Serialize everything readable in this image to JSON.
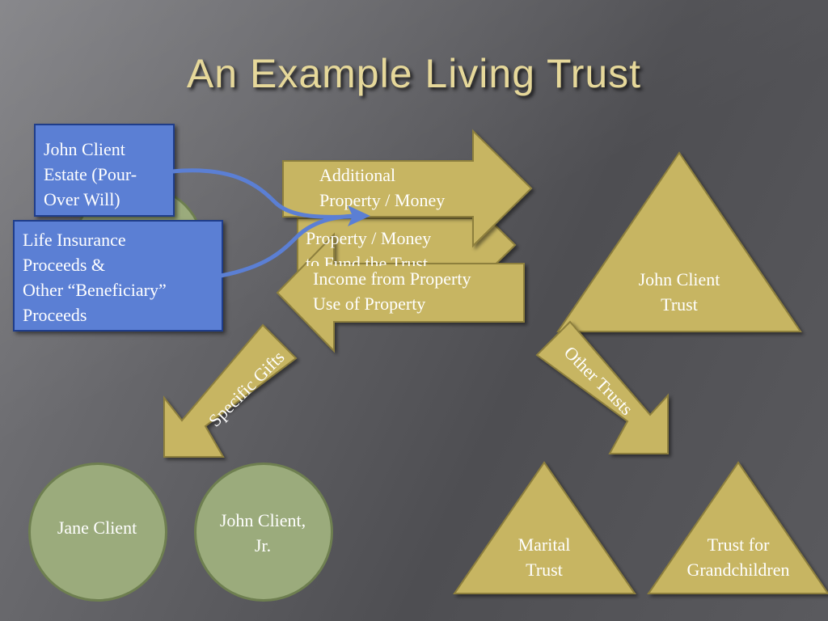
{
  "slide": {
    "title": "An Example Living Trust"
  },
  "diagram": {
    "sources": {
      "estate": "John Client\nEstate (Pour-\nOver Will)",
      "insurance": "Life Insurance\nProceeds &\nOther “Beneficiary”\nProceeds"
    },
    "arrows": {
      "additional": "Additional\nProperty / Money",
      "fund": "Property / Money\nto Fund the Trust",
      "income": "Income from Property\nUse of Property",
      "specific_gifts": "Specific Gifts",
      "other_trusts": "Other Trusts"
    },
    "trusts": {
      "main": "John Client\nTrust",
      "marital": "Marital\nTrust",
      "grandchildren": "Trust for\nGrandchildren"
    },
    "people": {
      "jane": "Jane Client",
      "junior": "John Client,\nJr."
    },
    "colors": {
      "gold": "#c7b562",
      "blue_box": "#5b7fd4",
      "green_circle": "#9bab7c",
      "title": "#e6d89a"
    }
  }
}
